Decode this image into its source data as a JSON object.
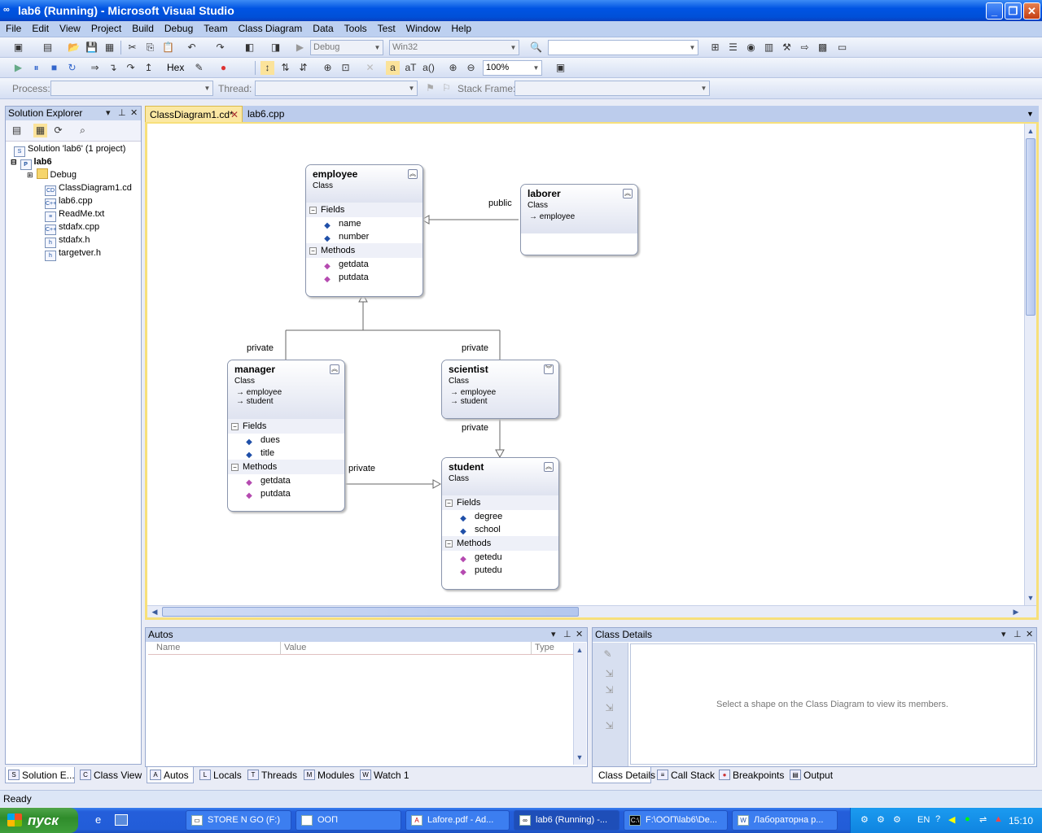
{
  "window": {
    "title": "lab6 (Running) - Microsoft Visual Studio",
    "minimize": "_",
    "maximize": "❐",
    "close": "✕"
  },
  "menu": [
    "File",
    "Edit",
    "View",
    "Project",
    "Build",
    "Debug",
    "Team",
    "Class Diagram",
    "Data",
    "Tools",
    "Test",
    "Window",
    "Help"
  ],
  "toolbar1": {
    "config": "Debug",
    "platform": "Win32",
    "find": ""
  },
  "toolbar2": {
    "hex": "Hex",
    "zoom": "100%"
  },
  "toolbar3": {
    "process_label": "Process:",
    "thread_label": "Thread:",
    "stack_label": "Stack Frame:"
  },
  "solution": {
    "title": "Solution Explorer",
    "items": [
      {
        "label": "Solution 'lab6' (1 project)",
        "icon": "solution-icon"
      },
      {
        "label": "lab6",
        "icon": "project-icon"
      },
      {
        "label": "Debug",
        "icon": "folder-icon"
      },
      {
        "label": "ClassDiagram1.cd",
        "icon": "class-diagram-icon"
      },
      {
        "label": "lab6.cpp",
        "icon": "cpp-file-icon"
      },
      {
        "label": "ReadMe.txt",
        "icon": "text-file-icon"
      },
      {
        "label": "stdafx.cpp",
        "icon": "cpp-file-icon"
      },
      {
        "label": "stdafx.h",
        "icon": "header-file-icon"
      },
      {
        "label": "targetver.h",
        "icon": "header-file-icon"
      }
    ],
    "tabs": [
      "Solution E...",
      "Class View"
    ]
  },
  "doc_tabs": [
    "ClassDiagram1.cd*",
    "lab6.cpp"
  ],
  "diagram": {
    "classes": {
      "employee": {
        "name": "employee",
        "kind": "Class",
        "bases": [],
        "fields": [
          "name",
          "number"
        ],
        "methods": [
          "getdata",
          "putdata"
        ]
      },
      "laborer": {
        "name": "laborer",
        "kind": "Class",
        "bases": [
          "employee"
        ],
        "fields": [],
        "methods": []
      },
      "manager": {
        "name": "manager",
        "kind": "Class",
        "bases": [
          "employee",
          "student"
        ],
        "fields": [
          "dues",
          "title"
        ],
        "methods": [
          "getdata",
          "putdata"
        ]
      },
      "scientist": {
        "name": "scientist",
        "kind": "Class",
        "bases": [
          "employee",
          "student"
        ],
        "fields": [],
        "methods": []
      },
      "student": {
        "name": "student",
        "kind": "Class",
        "bases": [],
        "fields": [
          "degree",
          "school"
        ],
        "methods": [
          "getedu",
          "putedu"
        ]
      }
    },
    "section_fields": "Fields",
    "section_methods": "Methods",
    "labels": {
      "public": "public",
      "private": "private"
    }
  },
  "autos": {
    "title": "Autos",
    "columns": [
      "Name",
      "Value",
      "Type"
    ]
  },
  "bottom_tabs_left": [
    "Autos",
    "Locals",
    "Threads",
    "Modules",
    "Watch 1"
  ],
  "class_details": {
    "title": "Class Details",
    "message": "Select a shape on the Class Diagram to view its members."
  },
  "bottom_tabs_right": [
    "Class Details",
    "Call Stack",
    "Breakpoints",
    "Output"
  ],
  "status": "Ready",
  "taskbar": {
    "start": "пуск",
    "tasks": [
      "STORE N GO (F:)",
      "ООП",
      "Lafore.pdf - Ad...",
      "lab6 (Running) -...",
      "F:\\ООП\\lab6\\De...",
      "Лабораторна р..."
    ],
    "lang": "EN",
    "time": "15:10"
  }
}
